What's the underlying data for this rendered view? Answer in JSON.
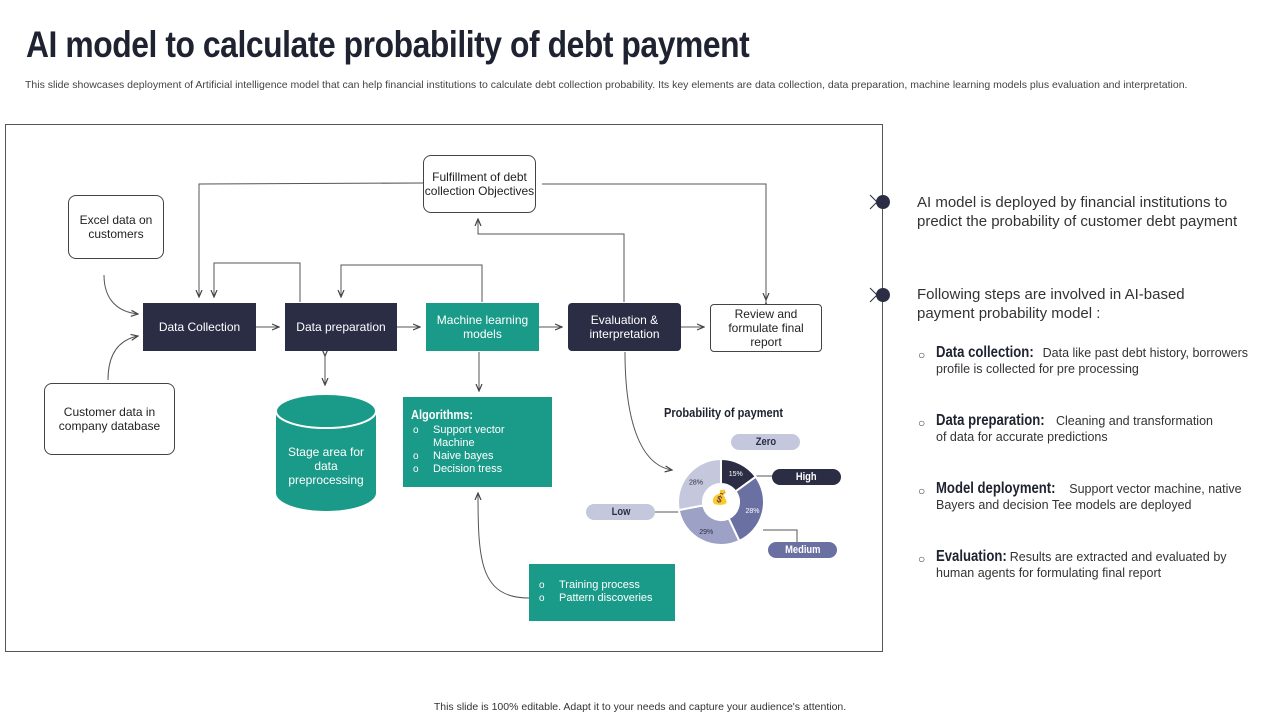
{
  "title": "AI model to calculate probability of debt payment",
  "subtitle": "This slide showcases deployment of Artificial intelligence model that can help financial institutions to calculate debt collection probability. Its key elements are data collection, data preparation, machine learning models plus evaluation and interpretation.",
  "diagram": {
    "excel": "Excel data on customers",
    "customer_db": "Customer data in company database",
    "fulfillment": "Fulfillment of debt collection Objectives",
    "data_collection": "Data Collection",
    "data_preparation": "Data preparation",
    "ml_models": "Machine learning models",
    "evaluation": "Evaluation & interpretation",
    "review": "Review and formulate final report",
    "stage_area": "Stage area for data preprocessing",
    "algorithms_title": "Algorithms:",
    "algorithms": [
      "Support vector Machine",
      "Naive bayes",
      "Decision tress"
    ],
    "training": [
      "Training process",
      "Pattern discoveries"
    ]
  },
  "probability": {
    "title": "Probability of payment",
    "segments": [
      {
        "label": "Zero",
        "value": 28,
        "pct_label": "28%",
        "color": "#c5c8dc"
      },
      {
        "label": "High",
        "value": 15,
        "pct_label": "15%",
        "color": "#2b2d45"
      },
      {
        "label": "Medium",
        "value": 28,
        "pct_label": "28%",
        "color": "#6b70a2"
      },
      {
        "label": "Low",
        "value": 29,
        "pct_label": "29%",
        "color": "#9da1c6"
      }
    ]
  },
  "right_panel": {
    "point1": "AI model is deployed by financial institutions to predict the probability of customer debt payment",
    "point2": "Following steps are involved in AI-based payment probability model :",
    "steps": [
      {
        "head": "Data collection:",
        "text": "Data like past debt history, borrowers profile is collected for pre processing"
      },
      {
        "head": "Data preparation:",
        "text": "Cleaning and transformation of data for accurate predictions"
      },
      {
        "head": "Model deployment:",
        "text": "Support vector machine, native Bayers and decision Tee models are deployed"
      },
      {
        "head": "Evaluation:",
        "text": "Results are extracted and evaluated by human agents for formulating final report"
      }
    ]
  },
  "footer": "This slide is 100% editable. Adapt it to your needs and capture your audience's attention."
}
